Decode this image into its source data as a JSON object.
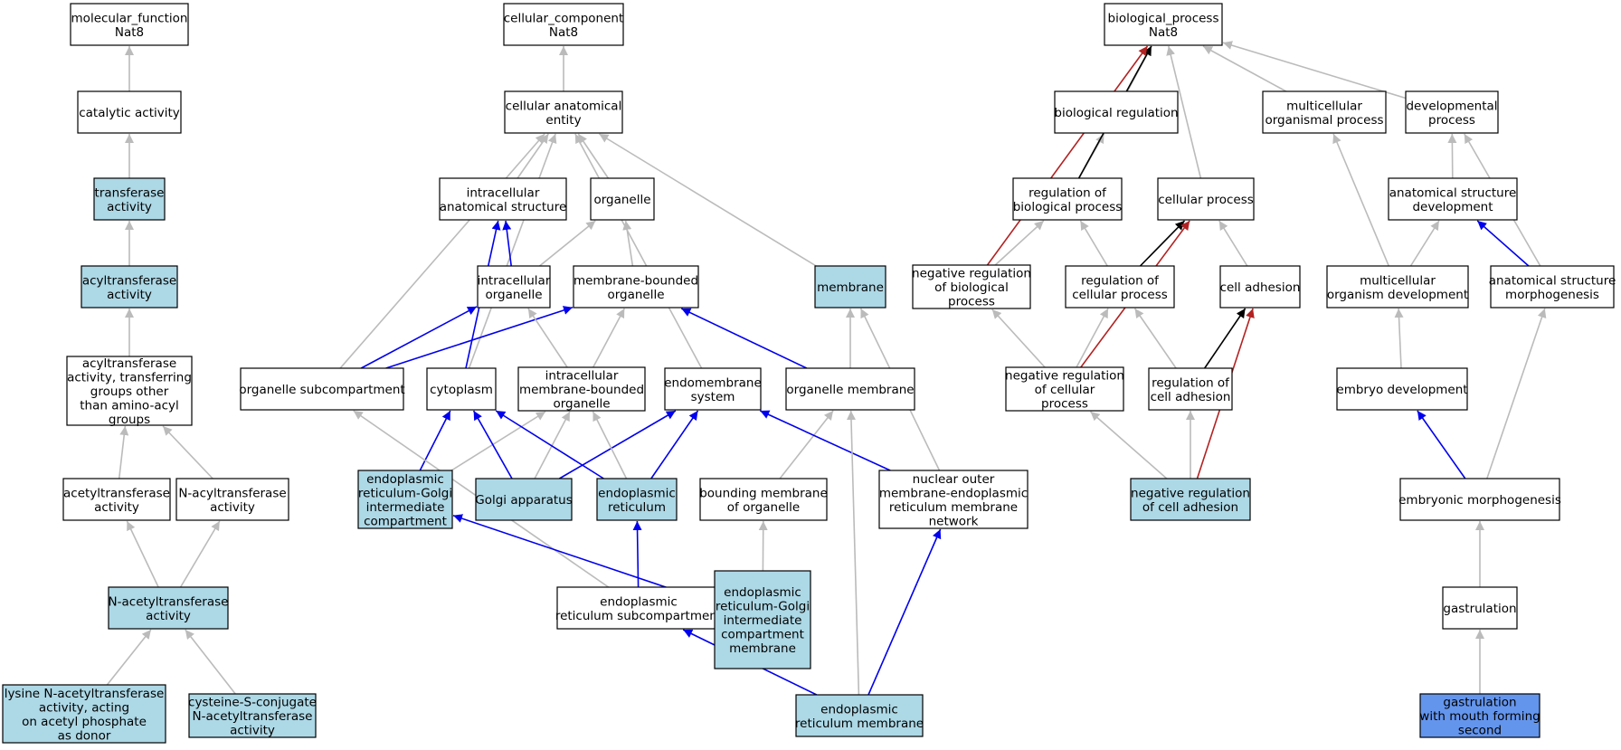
{
  "colors": {
    "node_default": "#ffffff",
    "node_annotated": "#add8e6",
    "node_selected": "#6495ed",
    "edge_is_a": "#bbbbbb",
    "edge_part_of": "#0000ee",
    "edge_regulates": "#000000",
    "edge_negatively_regulates": "#b22222"
  },
  "nodes": [
    {
      "id": "mf",
      "lines": [
        "molecular_function",
        "Nat8"
      ],
      "status": "default"
    },
    {
      "id": "cat",
      "lines": [
        "catalytic activity"
      ],
      "status": "default"
    },
    {
      "id": "trans",
      "lines": [
        "transferase",
        "activity"
      ],
      "status": "annotated"
    },
    {
      "id": "acyl",
      "lines": [
        "acyltransferase",
        "activity"
      ],
      "status": "annotated"
    },
    {
      "id": "acylaa",
      "lines": [
        "acyltransferase",
        "activity, transferring",
        "groups other",
        "than amino-acyl",
        "groups"
      ],
      "status": "default"
    },
    {
      "id": "acet",
      "lines": [
        "acetyltransferase",
        "activity"
      ],
      "status": "default"
    },
    {
      "id": "nacyl",
      "lines": [
        "N-acyltransferase",
        "activity"
      ],
      "status": "default"
    },
    {
      "id": "nacet",
      "lines": [
        "N-acetyltransferase",
        "activity"
      ],
      "status": "annotated"
    },
    {
      "id": "lysn",
      "lines": [
        "lysine N-acetyltransferase",
        "activity, acting",
        "on acetyl phosphate",
        "as donor"
      ],
      "status": "annotated"
    },
    {
      "id": "cys",
      "lines": [
        "cysteine-S-conjugate",
        "N-acetyltransferase",
        "activity"
      ],
      "status": "annotated"
    },
    {
      "id": "cc",
      "lines": [
        "cellular_component",
        "Nat8"
      ],
      "status": "default"
    },
    {
      "id": "cae",
      "lines": [
        "cellular anatomical",
        "entity"
      ],
      "status": "default"
    },
    {
      "id": "ias",
      "lines": [
        "intracellular",
        "anatomical structure"
      ],
      "status": "default"
    },
    {
      "id": "org",
      "lines": [
        "organelle"
      ],
      "status": "default"
    },
    {
      "id": "io",
      "lines": [
        "intracellular",
        "organelle"
      ],
      "status": "default"
    },
    {
      "id": "mbo",
      "lines": [
        "membrane-bounded",
        "organelle"
      ],
      "status": "default"
    },
    {
      "id": "mem",
      "lines": [
        "membrane"
      ],
      "status": "annotated"
    },
    {
      "id": "osc",
      "lines": [
        "organelle subcompartment"
      ],
      "status": "default"
    },
    {
      "id": "cyto",
      "lines": [
        "cytoplasm"
      ],
      "status": "default"
    },
    {
      "id": "imbo",
      "lines": [
        "intracellular",
        "membrane-bounded",
        "organelle"
      ],
      "status": "default"
    },
    {
      "id": "ems",
      "lines": [
        "endomembrane",
        "system"
      ],
      "status": "default"
    },
    {
      "id": "om",
      "lines": [
        "organelle membrane"
      ],
      "status": "default"
    },
    {
      "id": "ergic",
      "lines": [
        "endoplasmic",
        "reticulum-Golgi",
        "intermediate",
        "compartment"
      ],
      "status": "annotated"
    },
    {
      "id": "golgi",
      "lines": [
        "Golgi apparatus"
      ],
      "status": "annotated"
    },
    {
      "id": "er",
      "lines": [
        "endoplasmic",
        "reticulum"
      ],
      "status": "annotated"
    },
    {
      "id": "bmo",
      "lines": [
        "bounding membrane",
        "of organelle"
      ],
      "status": "default"
    },
    {
      "id": "nom",
      "lines": [
        "nuclear outer",
        "membrane-endoplasmic",
        "reticulum membrane",
        "network"
      ],
      "status": "default"
    },
    {
      "id": "ersc",
      "lines": [
        "endoplasmic",
        "reticulum subcompartment"
      ],
      "status": "default"
    },
    {
      "id": "ergicm",
      "lines": [
        "endoplasmic",
        "reticulum-Golgi",
        "intermediate",
        "compartment",
        "membrane"
      ],
      "status": "annotated"
    },
    {
      "id": "erm",
      "lines": [
        "endoplasmic",
        "reticulum membrane"
      ],
      "status": "annotated"
    },
    {
      "id": "bp",
      "lines": [
        "biological_process",
        "Nat8"
      ],
      "status": "default"
    },
    {
      "id": "breg",
      "lines": [
        "biological regulation"
      ],
      "status": "default"
    },
    {
      "id": "mop",
      "lines": [
        "multicellular",
        "organismal process"
      ],
      "status": "default"
    },
    {
      "id": "dev",
      "lines": [
        "developmental",
        "process"
      ],
      "status": "default"
    },
    {
      "id": "rbp",
      "lines": [
        "regulation of",
        "biological process"
      ],
      "status": "default"
    },
    {
      "id": "cp",
      "lines": [
        "cellular process"
      ],
      "status": "default"
    },
    {
      "id": "asd",
      "lines": [
        "anatomical structure",
        "development"
      ],
      "status": "default"
    },
    {
      "id": "nrbp",
      "lines": [
        "negative regulation",
        "of biological",
        "process"
      ],
      "status": "default"
    },
    {
      "id": "rcp",
      "lines": [
        "regulation of",
        "cellular process"
      ],
      "status": "default"
    },
    {
      "id": "ca",
      "lines": [
        "cell adhesion"
      ],
      "status": "default"
    },
    {
      "id": "mod",
      "lines": [
        "multicellular",
        "organism development"
      ],
      "status": "default"
    },
    {
      "id": "asm",
      "lines": [
        "anatomical structure",
        "morphogenesis"
      ],
      "status": "default"
    },
    {
      "id": "nrcp",
      "lines": [
        "negative regulation",
        "of cellular",
        "process"
      ],
      "status": "default"
    },
    {
      "id": "rca",
      "lines": [
        "regulation of",
        "cell adhesion"
      ],
      "status": "default"
    },
    {
      "id": "ed",
      "lines": [
        "embryo development"
      ],
      "status": "default"
    },
    {
      "id": "nrca",
      "lines": [
        "negative regulation",
        "of cell adhesion"
      ],
      "status": "annotated"
    },
    {
      "id": "em",
      "lines": [
        "embryonic morphogenesis"
      ],
      "status": "default"
    },
    {
      "id": "gast",
      "lines": [
        "gastrulation"
      ],
      "status": "default"
    },
    {
      "id": "gmfs",
      "lines": [
        "gastrulation",
        "with mouth forming",
        "second"
      ],
      "status": "selected"
    }
  ],
  "edges": [
    {
      "from": "cat",
      "to": "mf",
      "type": "is_a"
    },
    {
      "from": "trans",
      "to": "cat",
      "type": "is_a"
    },
    {
      "from": "acyl",
      "to": "trans",
      "type": "is_a"
    },
    {
      "from": "acylaa",
      "to": "acyl",
      "type": "is_a"
    },
    {
      "from": "acet",
      "to": "acylaa",
      "type": "is_a"
    },
    {
      "from": "nacyl",
      "to": "acylaa",
      "type": "is_a"
    },
    {
      "from": "nacet",
      "to": "acet",
      "type": "is_a"
    },
    {
      "from": "nacet",
      "to": "nacyl",
      "type": "is_a"
    },
    {
      "from": "lysn",
      "to": "nacet",
      "type": "is_a"
    },
    {
      "from": "cys",
      "to": "nacet",
      "type": "is_a"
    },
    {
      "from": "cae",
      "to": "cc",
      "type": "is_a"
    },
    {
      "from": "ias",
      "to": "cae",
      "type": "is_a"
    },
    {
      "from": "org",
      "to": "cae",
      "type": "is_a"
    },
    {
      "from": "mem",
      "to": "cae",
      "type": "is_a"
    },
    {
      "from": "osc",
      "to": "cae",
      "type": "is_a"
    },
    {
      "from": "cyto",
      "to": "cae",
      "type": "is_a"
    },
    {
      "from": "ems",
      "to": "cae",
      "type": "is_a"
    },
    {
      "from": "io",
      "to": "ias",
      "type": "part_of"
    },
    {
      "from": "io",
      "to": "org",
      "type": "is_a"
    },
    {
      "from": "mbo",
      "to": "org",
      "type": "is_a"
    },
    {
      "from": "cyto",
      "to": "ias",
      "type": "part_of"
    },
    {
      "from": "osc",
      "to": "io",
      "type": "part_of"
    },
    {
      "from": "osc",
      "to": "mbo",
      "type": "part_of"
    },
    {
      "from": "imbo",
      "to": "io",
      "type": "is_a"
    },
    {
      "from": "imbo",
      "to": "mbo",
      "type": "is_a"
    },
    {
      "from": "om",
      "to": "mbo",
      "type": "part_of"
    },
    {
      "from": "om",
      "to": "mem",
      "type": "is_a"
    },
    {
      "from": "ergic",
      "to": "cyto",
      "type": "part_of"
    },
    {
      "from": "ergic",
      "to": "imbo",
      "type": "is_a"
    },
    {
      "from": "golgi",
      "to": "cyto",
      "type": "part_of"
    },
    {
      "from": "golgi",
      "to": "imbo",
      "type": "is_a"
    },
    {
      "from": "golgi",
      "to": "ems",
      "type": "part_of"
    },
    {
      "from": "er",
      "to": "cyto",
      "type": "part_of"
    },
    {
      "from": "er",
      "to": "imbo",
      "type": "is_a"
    },
    {
      "from": "er",
      "to": "ems",
      "type": "part_of"
    },
    {
      "from": "bmo",
      "to": "om",
      "type": "is_a"
    },
    {
      "from": "nom",
      "to": "ems",
      "type": "part_of"
    },
    {
      "from": "nom",
      "to": "mem",
      "type": "is_a"
    },
    {
      "from": "ersc",
      "to": "osc",
      "type": "is_a"
    },
    {
      "from": "ersc",
      "to": "er",
      "type": "part_of"
    },
    {
      "from": "ergicm",
      "to": "ergic",
      "type": "part_of"
    },
    {
      "from": "ergicm",
      "to": "bmo",
      "type": "is_a"
    },
    {
      "from": "erm",
      "to": "ersc",
      "type": "part_of"
    },
    {
      "from": "erm",
      "to": "nom",
      "type": "part_of"
    },
    {
      "from": "erm",
      "to": "om",
      "type": "is_a"
    },
    {
      "from": "breg",
      "to": "bp",
      "type": "is_a"
    },
    {
      "from": "mop",
      "to": "bp",
      "type": "is_a"
    },
    {
      "from": "dev",
      "to": "bp",
      "type": "is_a"
    },
    {
      "from": "cp",
      "to": "bp",
      "type": "is_a"
    },
    {
      "from": "rbp",
      "to": "breg",
      "type": "is_a"
    },
    {
      "from": "rbp",
      "to": "bp",
      "type": "regulates"
    },
    {
      "from": "nrbp",
      "to": "bp",
      "type": "negatively_regulates"
    },
    {
      "from": "asd",
      "to": "dev",
      "type": "is_a"
    },
    {
      "from": "nrbp",
      "to": "rbp",
      "type": "is_a"
    },
    {
      "from": "rcp",
      "to": "rbp",
      "type": "is_a"
    },
    {
      "from": "rcp",
      "to": "cp",
      "type": "regulates"
    },
    {
      "from": "ca",
      "to": "cp",
      "type": "is_a"
    },
    {
      "from": "mod",
      "to": "mop",
      "type": "is_a"
    },
    {
      "from": "mod",
      "to": "asd",
      "type": "is_a"
    },
    {
      "from": "asm",
      "to": "dev",
      "type": "is_a"
    },
    {
      "from": "asm",
      "to": "asd",
      "type": "part_of"
    },
    {
      "from": "nrcp",
      "to": "nrbp",
      "type": "is_a"
    },
    {
      "from": "nrcp",
      "to": "rcp",
      "type": "is_a"
    },
    {
      "from": "nrcp",
      "to": "cp",
      "type": "negatively_regulates"
    },
    {
      "from": "rca",
      "to": "rcp",
      "type": "is_a"
    },
    {
      "from": "rca",
      "to": "ca",
      "type": "regulates"
    },
    {
      "from": "ed",
      "to": "mod",
      "type": "is_a"
    },
    {
      "from": "nrca",
      "to": "nrcp",
      "type": "is_a"
    },
    {
      "from": "nrca",
      "to": "rca",
      "type": "is_a"
    },
    {
      "from": "nrca",
      "to": "ca",
      "type": "negatively_regulates"
    },
    {
      "from": "em",
      "to": "ed",
      "type": "part_of"
    },
    {
      "from": "em",
      "to": "asm",
      "type": "is_a"
    },
    {
      "from": "gast",
      "to": "em",
      "type": "is_a"
    },
    {
      "from": "gmfs",
      "to": "gast",
      "type": "is_a"
    }
  ]
}
